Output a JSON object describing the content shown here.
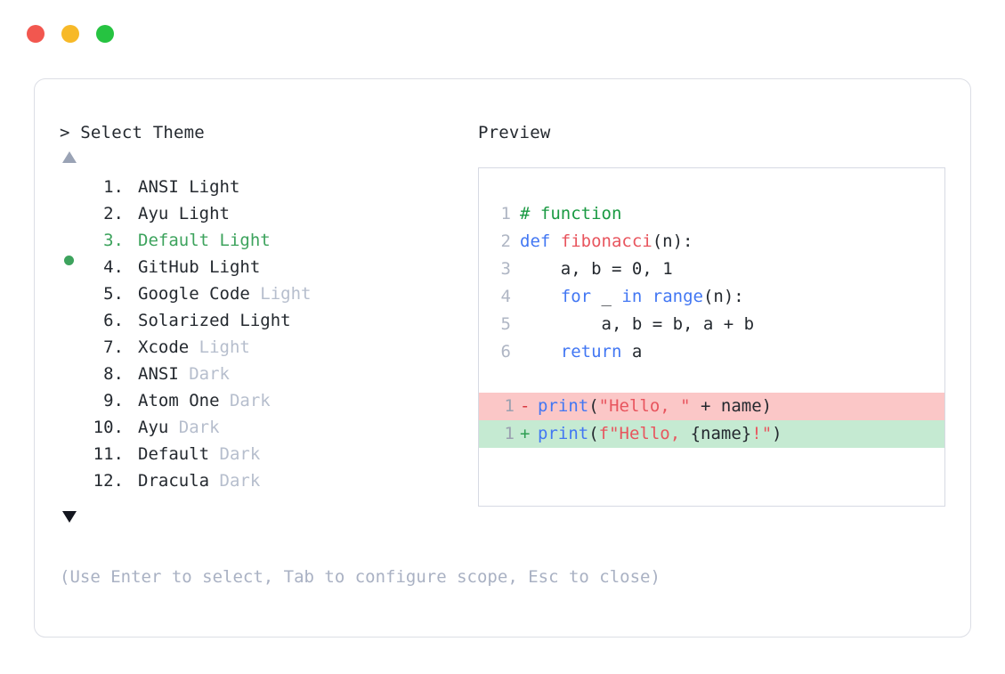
{
  "window": {
    "traffic_lights": [
      {
        "name": "close",
        "color": "#F2574F"
      },
      {
        "name": "minimize",
        "color": "#F7B928"
      },
      {
        "name": "maximize",
        "color": "#26C341"
      }
    ]
  },
  "left": {
    "heading": "> Select Theme",
    "scroll_up_icon": "triangle-up",
    "scroll_down_icon": "triangle-down",
    "selected_index": 3,
    "selected_color": "#3DA35D",
    "muted_color": "#B6BECD",
    "items": [
      {
        "number": "1.",
        "name": "ANSI",
        "mode": "Light",
        "mode_muted": false,
        "selected": false
      },
      {
        "number": "2.",
        "name": "Ayu",
        "mode": "Light",
        "mode_muted": false,
        "selected": false
      },
      {
        "number": "3.",
        "name": "Default",
        "mode": "Light",
        "mode_muted": false,
        "selected": true
      },
      {
        "number": "4.",
        "name": "GitHub",
        "mode": "Light",
        "mode_muted": false,
        "selected": false
      },
      {
        "number": "5.",
        "name": "Google Code",
        "mode": "Light",
        "mode_muted": true,
        "selected": false
      },
      {
        "number": "6.",
        "name": "Solarized",
        "mode": "Light",
        "mode_muted": false,
        "selected": false
      },
      {
        "number": "7.",
        "name": "Xcode",
        "mode": "Light",
        "mode_muted": true,
        "selected": false
      },
      {
        "number": "8.",
        "name": "ANSI",
        "mode": "Dark",
        "mode_muted": true,
        "selected": false
      },
      {
        "number": "9.",
        "name": "Atom One",
        "mode": "Dark",
        "mode_muted": true,
        "selected": false
      },
      {
        "number": "10.",
        "name": "Ayu",
        "mode": "Dark",
        "mode_muted": true,
        "selected": false
      },
      {
        "number": "11.",
        "name": "Default",
        "mode": "Dark",
        "mode_muted": true,
        "selected": false
      },
      {
        "number": "12.",
        "name": "Dracula",
        "mode": "Dark",
        "mode_muted": true,
        "selected": false
      }
    ]
  },
  "right": {
    "heading": "Preview",
    "code_lines": [
      {
        "ln": "1",
        "tokens": [
          {
            "t": "# function",
            "c": "comment"
          }
        ]
      },
      {
        "ln": "2",
        "tokens": [
          {
            "t": "def ",
            "c": "kw"
          },
          {
            "t": "fibonacci",
            "c": "fn"
          },
          {
            "t": "(n):",
            "c": "plain"
          }
        ]
      },
      {
        "ln": "3",
        "tokens": [
          {
            "t": "    a, b = ",
            "c": "plain"
          },
          {
            "t": "0",
            "c": "num"
          },
          {
            "t": ", ",
            "c": "plain"
          },
          {
            "t": "1",
            "c": "num"
          }
        ]
      },
      {
        "ln": "4",
        "tokens": [
          {
            "t": "    ",
            "c": "plain"
          },
          {
            "t": "for",
            "c": "kw"
          },
          {
            "t": " _ ",
            "c": "plain"
          },
          {
            "t": "in",
            "c": "kw"
          },
          {
            "t": " ",
            "c": "plain"
          },
          {
            "t": "range",
            "c": "builtin"
          },
          {
            "t": "(n):",
            "c": "plain"
          }
        ]
      },
      {
        "ln": "5",
        "tokens": [
          {
            "t": "        a, b = b, a + b",
            "c": "plain"
          }
        ]
      },
      {
        "ln": "6",
        "tokens": [
          {
            "t": "    ",
            "c": "plain"
          },
          {
            "t": "return",
            "c": "kw"
          },
          {
            "t": " a",
            "c": "plain"
          }
        ]
      }
    ],
    "diff_lines": [
      {
        "ln": "1",
        "marker": "-",
        "kind": "del",
        "tokens": [
          {
            "t": "print",
            "c": "builtin"
          },
          {
            "t": "(",
            "c": "plain"
          },
          {
            "t": "\"Hello, \"",
            "c": "str"
          },
          {
            "t": " + name)",
            "c": "plain"
          }
        ]
      },
      {
        "ln": "1",
        "marker": "+",
        "kind": "add",
        "tokens": [
          {
            "t": "print",
            "c": "builtin"
          },
          {
            "t": "(",
            "c": "plain"
          },
          {
            "t": "f\"Hello, ",
            "c": "str"
          },
          {
            "t": "{name}",
            "c": "plain"
          },
          {
            "t": "!\"",
            "c": "str"
          },
          {
            "t": ")",
            "c": "plain"
          }
        ]
      }
    ],
    "diff_del_bg": "#FBC7C7",
    "diff_add_bg": "#C5EAD2"
  },
  "footer": {
    "hint": "(Use Enter to select, Tab to configure scope, Esc to close)"
  }
}
